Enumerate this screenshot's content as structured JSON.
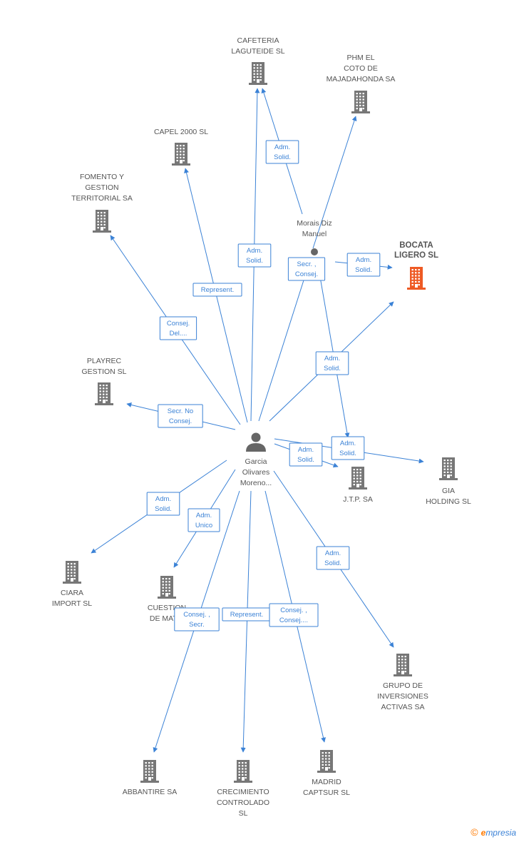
{
  "colors": {
    "edge": "#3b82d6",
    "company_icon": "#777777",
    "focus_icon": "#ee5a24",
    "person_icon": "#666666",
    "label_text": "#555555"
  },
  "icons": {
    "company": "building-icon",
    "person": "person-icon"
  },
  "nodes": [
    {
      "id": "cafeteria",
      "type": "company",
      "label": [
        "CAFETERIA",
        "LAGUTEIDE SL"
      ]
    },
    {
      "id": "phm",
      "type": "company",
      "label": [
        "PHM EL",
        "COTO DE",
        "MAJADAHONDA SA"
      ]
    },
    {
      "id": "capel",
      "type": "company",
      "label": [
        "CAPEL 2000 SL"
      ]
    },
    {
      "id": "fomento",
      "type": "company",
      "label": [
        "FOMENTO Y",
        "GESTION",
        "TERRITORIAL SA"
      ]
    },
    {
      "id": "bocata",
      "type": "company",
      "focus": true,
      "label": [
        "BOCATA",
        "LIGERO SL"
      ]
    },
    {
      "id": "morais",
      "type": "person",
      "label": [
        "Morais Diz",
        "Manuel"
      ]
    },
    {
      "id": "playrec",
      "type": "company",
      "label": [
        "PLAYREC",
        "GESTION SL"
      ]
    },
    {
      "id": "garcia",
      "type": "person",
      "label": [
        "Garcia",
        "Olivares",
        "Moreno..."
      ]
    },
    {
      "id": "jtp",
      "type": "company",
      "label": [
        "J.T.P. SA"
      ]
    },
    {
      "id": "gia",
      "type": "company",
      "label": [
        "GIA",
        "HOLDING SL"
      ]
    },
    {
      "id": "ciara",
      "type": "company",
      "label": [
        "CIARA",
        "IMPORT SL"
      ]
    },
    {
      "id": "cuestion",
      "type": "company",
      "label": [
        "CUESTION",
        "DE MATIZ"
      ]
    },
    {
      "id": "grupo",
      "type": "company",
      "label": [
        "GRUPO DE",
        "INVERSIONES",
        "ACTIVAS SA"
      ]
    },
    {
      "id": "abbantire",
      "type": "company",
      "label": [
        "ABBANTIRE SA"
      ]
    },
    {
      "id": "crecimiento",
      "type": "company",
      "label": [
        "CRECIMIENTO",
        "CONTROLADO",
        "SL"
      ]
    },
    {
      "id": "madrid",
      "type": "company",
      "label": [
        "MADRID",
        "CAPTSUR SL"
      ]
    }
  ],
  "edges": [
    {
      "from": "morais",
      "to": "cafeteria",
      "label": [
        "Adm.",
        "Solid."
      ]
    },
    {
      "from": "morais",
      "to": "phm",
      "label": []
    },
    {
      "from": "morais",
      "to": "bocata",
      "label": [
        "Adm.",
        "Solid."
      ]
    },
    {
      "from": "morais",
      "to": "gia",
      "label": [
        "Adm.",
        "Solid."
      ]
    },
    {
      "from": "garcia",
      "to": "cafeteria",
      "label": [
        "Adm.",
        "Solid."
      ]
    },
    {
      "from": "garcia",
      "to": "capel",
      "label": [
        "Represent."
      ]
    },
    {
      "from": "garcia",
      "to": "fomento",
      "label": [
        "Consej.",
        "Del...."
      ]
    },
    {
      "from": "garcia",
      "to": "morais",
      "label": [
        "Secr. ,",
        "Consej."
      ]
    },
    {
      "from": "garcia",
      "to": "bocata",
      "label": [
        "Adm.",
        "Solid."
      ]
    },
    {
      "from": "garcia",
      "to": "playrec",
      "label": [
        "Secr.  No",
        "Consej."
      ]
    },
    {
      "from": "garcia",
      "to": "jtp",
      "label": [
        "Adm.",
        "Solid."
      ]
    },
    {
      "from": "garcia",
      "to": "gia",
      "label": []
    },
    {
      "from": "garcia",
      "to": "ciara",
      "label": [
        "Adm.",
        "Solid."
      ]
    },
    {
      "from": "garcia",
      "to": "cuestion",
      "label": [
        "Adm.",
        "Unico"
      ]
    },
    {
      "from": "garcia",
      "to": "grupo",
      "label": [
        "Adm.",
        "Solid."
      ]
    },
    {
      "from": "garcia",
      "to": "abbantire",
      "label": [
        "Consej. ,",
        "Secr."
      ]
    },
    {
      "from": "garcia",
      "to": "crecimiento",
      "label": [
        "Represent."
      ]
    },
    {
      "from": "garcia",
      "to": "madrid",
      "label": [
        "Consej. ,",
        "Consej...."
      ]
    }
  ],
  "footer": {
    "copyright": "©",
    "brand_initial": "e",
    "brand_rest": "mpresia"
  }
}
